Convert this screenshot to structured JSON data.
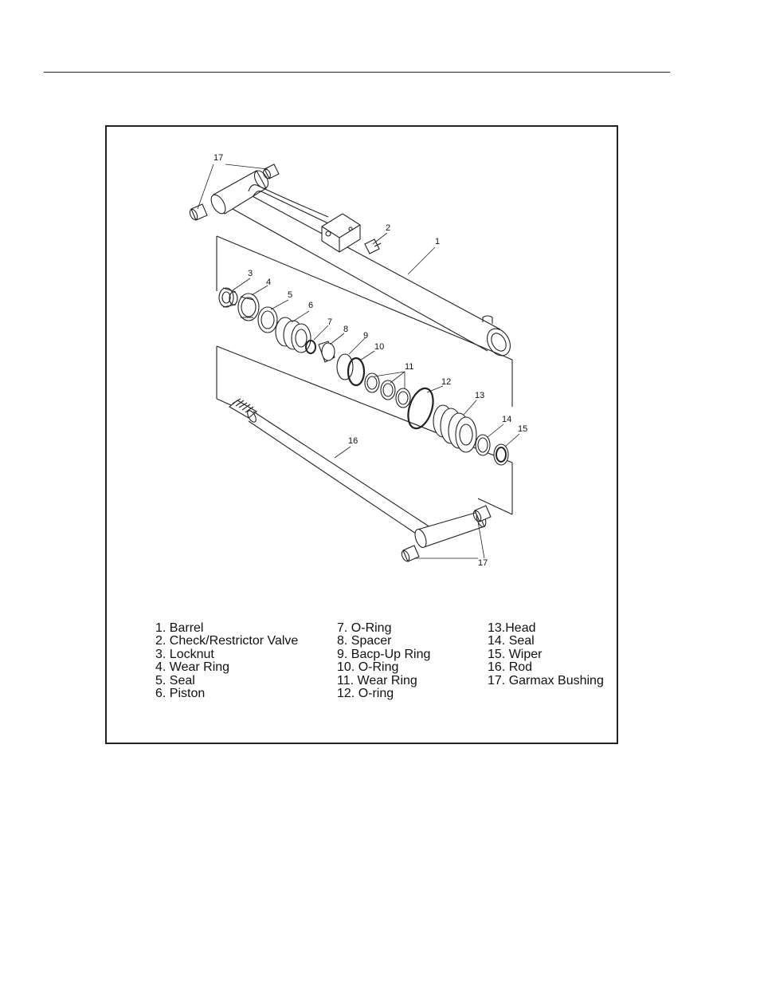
{
  "diagram": {
    "callouts": {
      "c1": "1",
      "c2": "2",
      "c3": "3",
      "c4": "4",
      "c5": "5",
      "c6": "6",
      "c7": "7",
      "c8": "8",
      "c9": "9",
      "c10": "10",
      "c11": "11",
      "c12": "12",
      "c13": "13",
      "c14": "14",
      "c15": "15",
      "c16": "16",
      "c17_top": "17",
      "c17_bottom": "17"
    }
  },
  "legend": {
    "column1": [
      "1. Barrel",
      "2. Check/Restrictor Valve",
      "3. Locknut",
      "4. Wear Ring",
      "5. Seal",
      "6. Piston"
    ],
    "column2": [
      "7. O-Ring",
      "8. Spacer",
      "9. Bacp-Up Ring",
      "10. O-Ring",
      "11. Wear Ring",
      "12. O-ring"
    ],
    "column3": [
      "13.Head",
      "14. Seal",
      "15. Wiper",
      "16. Rod",
      "17. Garmax Bushing"
    ]
  }
}
